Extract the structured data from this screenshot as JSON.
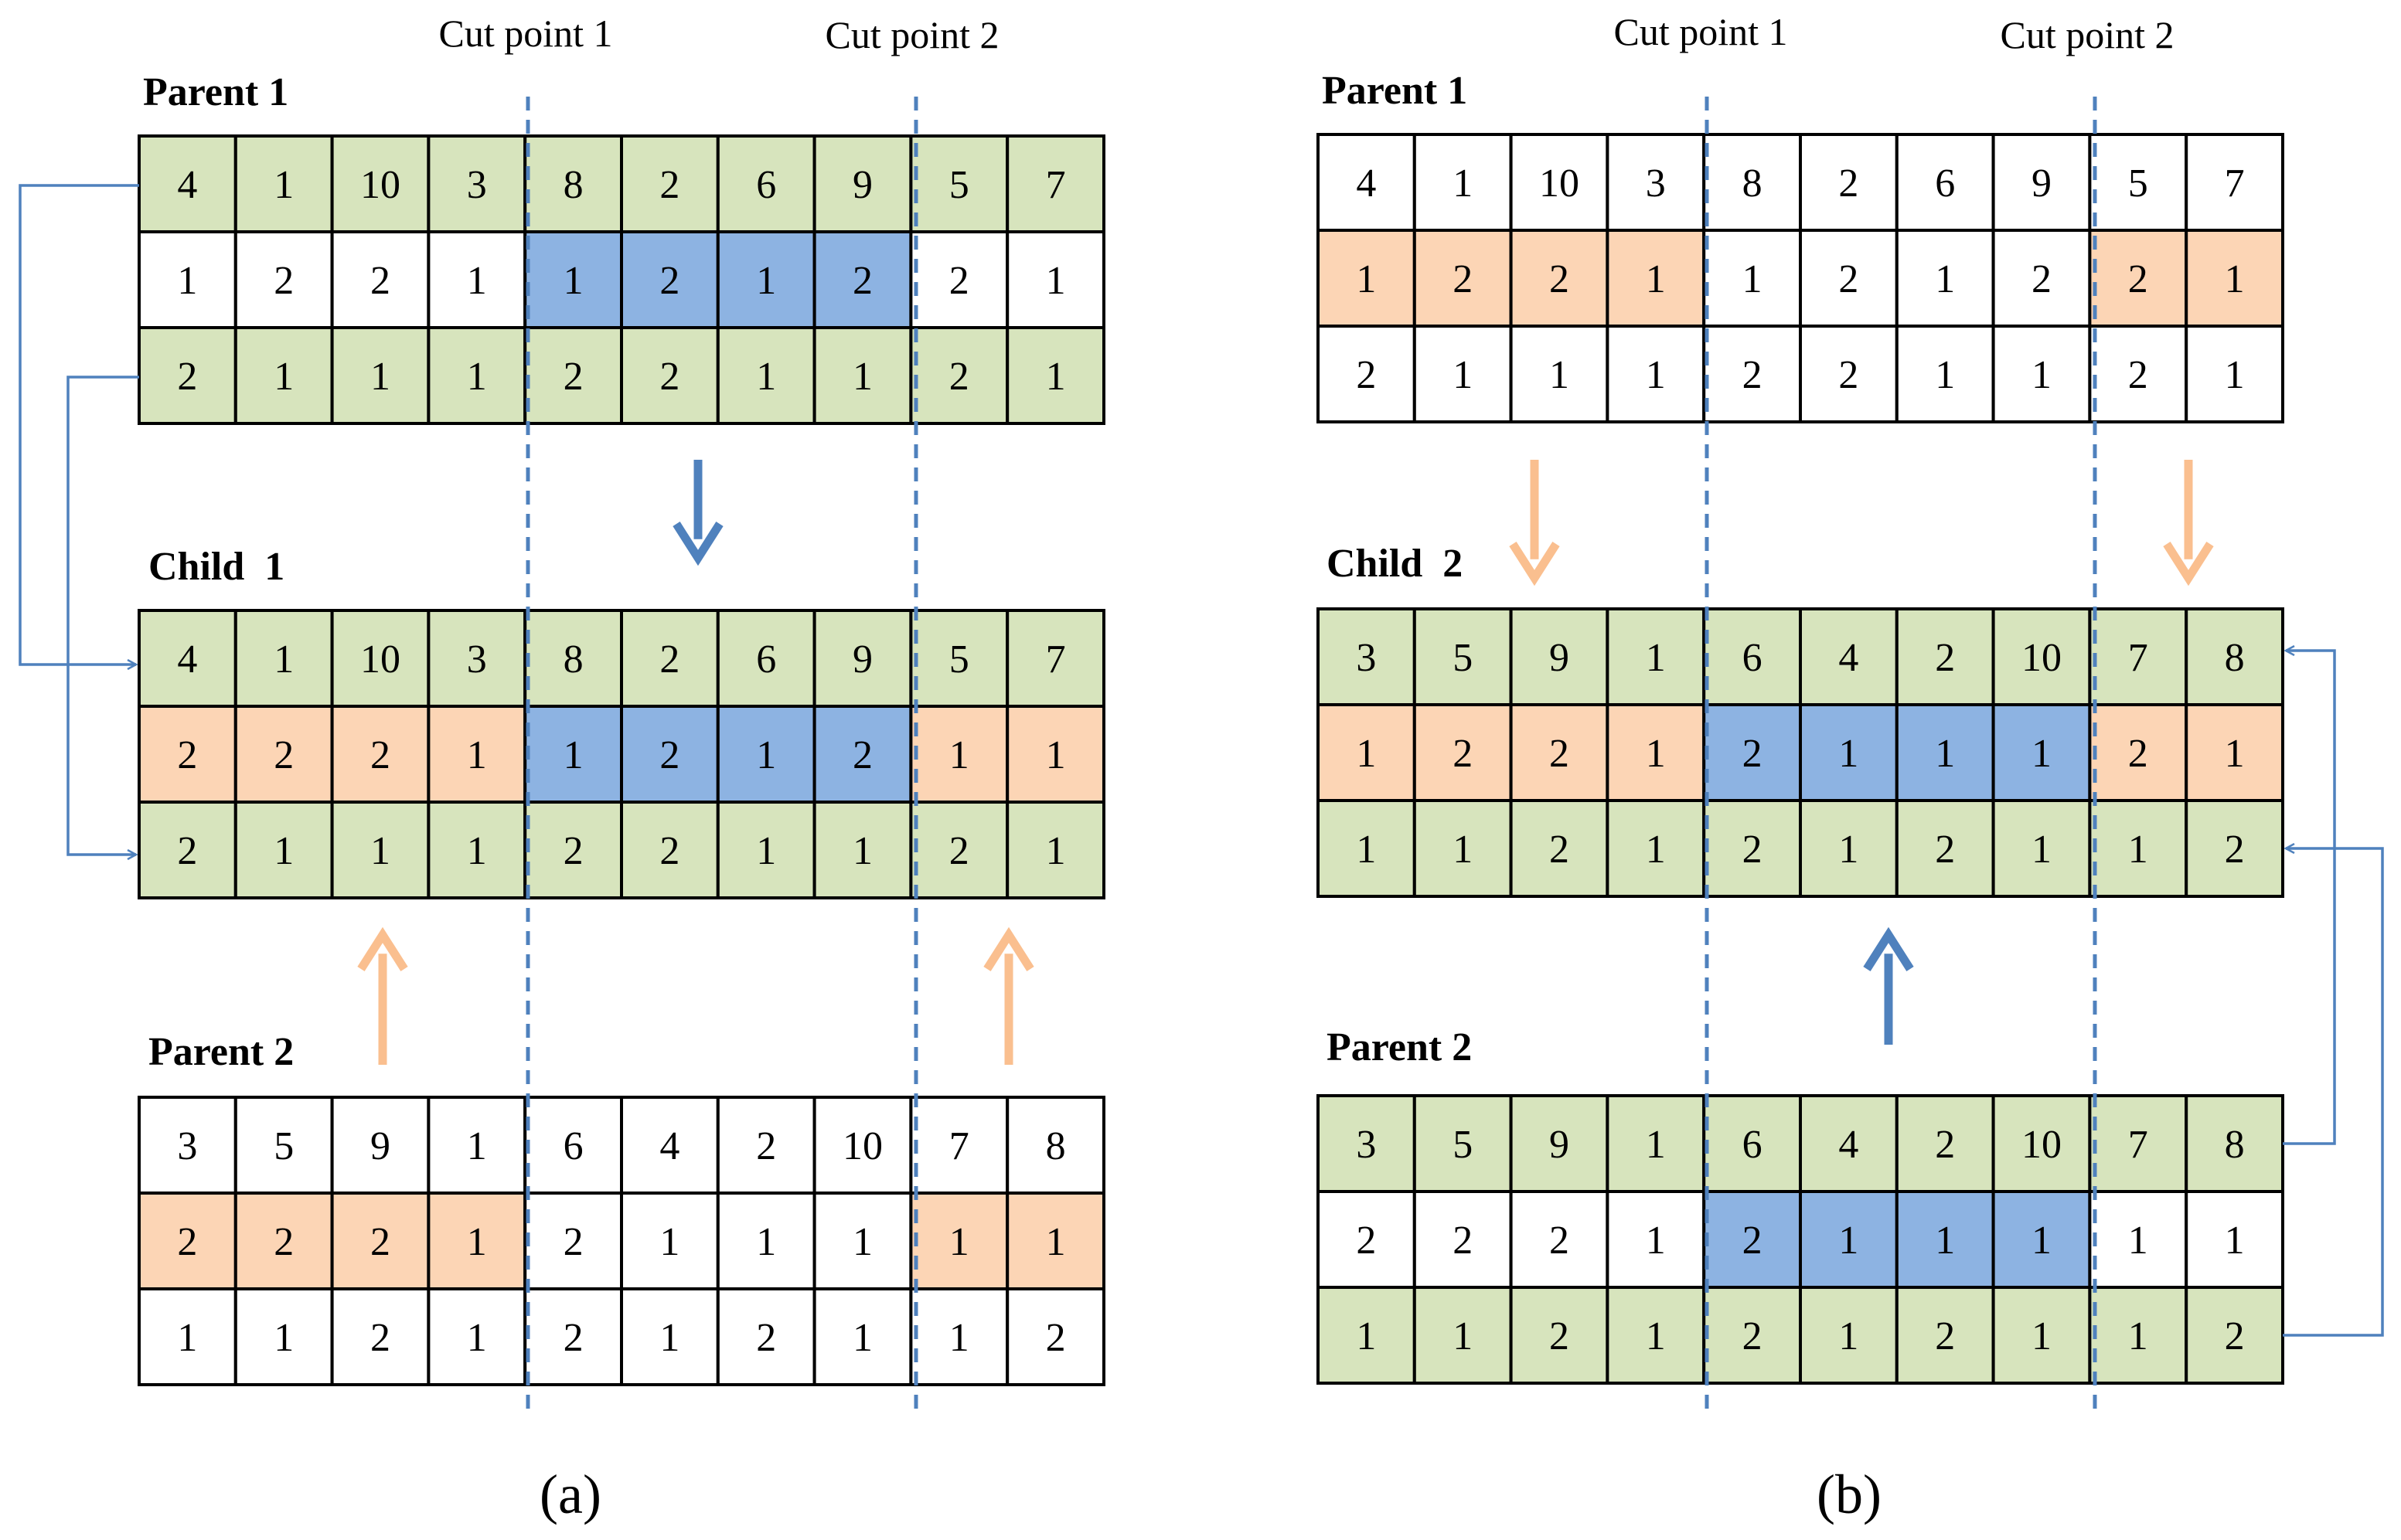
{
  "colors": {
    "green": "#d7e4bd",
    "peach": "#fcd5b5",
    "blue": "#8db3e2",
    "white": "#ffffff",
    "cut_line": "#4f81bd",
    "link_line": "#4f81bd",
    "arrow_blue": "#4f81bd",
    "arrow_peach": "#fabf8f"
  },
  "panels": [
    {
      "id": "a",
      "caption": "(a)",
      "cut_labels": [
        "Cut point 1",
        "Cut point 2"
      ],
      "blocks": [
        {
          "label": "Parent 1",
          "rows": [
            {
              "values": [
                "4",
                "1",
                "10",
                "3",
                "8",
                "2",
                "6",
                "9",
                "5",
                "7"
              ],
              "colors": [
                "green",
                "green",
                "green",
                "green",
                "green",
                "green",
                "green",
                "green",
                "green",
                "green"
              ]
            },
            {
              "values": [
                "1",
                "2",
                "2",
                "1",
                "1",
                "2",
                "1",
                "2",
                "2",
                "1"
              ],
              "colors": [
                "white",
                "white",
                "white",
                "white",
                "blue",
                "blue",
                "blue",
                "blue",
                "white",
                "white"
              ]
            },
            {
              "values": [
                "2",
                "1",
                "1",
                "1",
                "2",
                "2",
                "1",
                "1",
                "2",
                "1"
              ],
              "colors": [
                "green",
                "green",
                "green",
                "green",
                "green",
                "green",
                "green",
                "green",
                "green",
                "green"
              ]
            }
          ]
        },
        {
          "label": "Child  1",
          "rows": [
            {
              "values": [
                "4",
                "1",
                "10",
                "3",
                "8",
                "2",
                "6",
                "9",
                "5",
                "7"
              ],
              "colors": [
                "green",
                "green",
                "green",
                "green",
                "green",
                "green",
                "green",
                "green",
                "green",
                "green"
              ]
            },
            {
              "values": [
                "2",
                "2",
                "2",
                "1",
                "1",
                "2",
                "1",
                "2",
                "1",
                "1"
              ],
              "colors": [
                "peach",
                "peach",
                "peach",
                "peach",
                "blue",
                "blue",
                "blue",
                "blue",
                "peach",
                "peach"
              ]
            },
            {
              "values": [
                "2",
                "1",
                "1",
                "1",
                "2",
                "2",
                "1",
                "1",
                "2",
                "1"
              ],
              "colors": [
                "green",
                "green",
                "green",
                "green",
                "green",
                "green",
                "green",
                "green",
                "green",
                "green"
              ]
            }
          ]
        },
        {
          "label": "Parent 2",
          "rows": [
            {
              "values": [
                "3",
                "5",
                "9",
                "1",
                "6",
                "4",
                "2",
                "10",
                "7",
                "8"
              ],
              "colors": [
                "white",
                "white",
                "white",
                "white",
                "white",
                "white",
                "white",
                "white",
                "white",
                "white"
              ]
            },
            {
              "values": [
                "2",
                "2",
                "2",
                "1",
                "2",
                "1",
                "1",
                "1",
                "1",
                "1"
              ],
              "colors": [
                "peach",
                "peach",
                "peach",
                "peach",
                "white",
                "white",
                "white",
                "white",
                "peach",
                "peach"
              ]
            },
            {
              "values": [
                "1",
                "1",
                "2",
                "1",
                "2",
                "1",
                "2",
                "1",
                "1",
                "2"
              ],
              "colors": [
                "white",
                "white",
                "white",
                "white",
                "white",
                "white",
                "white",
                "white",
                "white",
                "white"
              ]
            }
          ]
        }
      ]
    },
    {
      "id": "b",
      "caption": "(b)",
      "cut_labels": [
        "Cut point 1",
        "Cut point 2"
      ],
      "blocks": [
        {
          "label": "Parent 1",
          "rows": [
            {
              "values": [
                "4",
                "1",
                "10",
                "3",
                "8",
                "2",
                "6",
                "9",
                "5",
                "7"
              ],
              "colors": [
                "white",
                "white",
                "white",
                "white",
                "white",
                "white",
                "white",
                "white",
                "white",
                "white"
              ]
            },
            {
              "values": [
                "1",
                "2",
                "2",
                "1",
                "1",
                "2",
                "1",
                "2",
                "2",
                "1"
              ],
              "colors": [
                "peach",
                "peach",
                "peach",
                "peach",
                "white",
                "white",
                "white",
                "white",
                "peach",
                "peach"
              ]
            },
            {
              "values": [
                "2",
                "1",
                "1",
                "1",
                "2",
                "2",
                "1",
                "1",
                "2",
                "1"
              ],
              "colors": [
                "white",
                "white",
                "white",
                "white",
                "white",
                "white",
                "white",
                "white",
                "white",
                "white"
              ]
            }
          ]
        },
        {
          "label": "Child  2",
          "rows": [
            {
              "values": [
                "3",
                "5",
                "9",
                "1",
                "6",
                "4",
                "2",
                "10",
                "7",
                "8"
              ],
              "colors": [
                "green",
                "green",
                "green",
                "green",
                "green",
                "green",
                "green",
                "green",
                "green",
                "green"
              ]
            },
            {
              "values": [
                "1",
                "2",
                "2",
                "1",
                "2",
                "1",
                "1",
                "1",
                "2",
                "1"
              ],
              "colors": [
                "peach",
                "peach",
                "peach",
                "peach",
                "blue",
                "blue",
                "blue",
                "blue",
                "peach",
                "peach"
              ]
            },
            {
              "values": [
                "1",
                "1",
                "2",
                "1",
                "2",
                "1",
                "2",
                "1",
                "1",
                "2"
              ],
              "colors": [
                "green",
                "green",
                "green",
                "green",
                "green",
                "green",
                "green",
                "green",
                "green",
                "green"
              ]
            }
          ]
        },
        {
          "label": "Parent 2",
          "rows": [
            {
              "values": [
                "3",
                "5",
                "9",
                "1",
                "6",
                "4",
                "2",
                "10",
                "7",
                "8"
              ],
              "colors": [
                "green",
                "green",
                "green",
                "green",
                "green",
                "green",
                "green",
                "green",
                "green",
                "green"
              ]
            },
            {
              "values": [
                "2",
                "2",
                "2",
                "1",
                "2",
                "1",
                "1",
                "1",
                "1",
                "1"
              ],
              "colors": [
                "white",
                "white",
                "white",
                "white",
                "blue",
                "blue",
                "blue",
                "blue",
                "white",
                "white"
              ]
            },
            {
              "values": [
                "1",
                "1",
                "2",
                "1",
                "2",
                "1",
                "2",
                "1",
                "1",
                "2"
              ],
              "colors": [
                "green",
                "green",
                "green",
                "green",
                "green",
                "green",
                "green",
                "green",
                "green",
                "green"
              ]
            }
          ]
        }
      ]
    }
  ]
}
